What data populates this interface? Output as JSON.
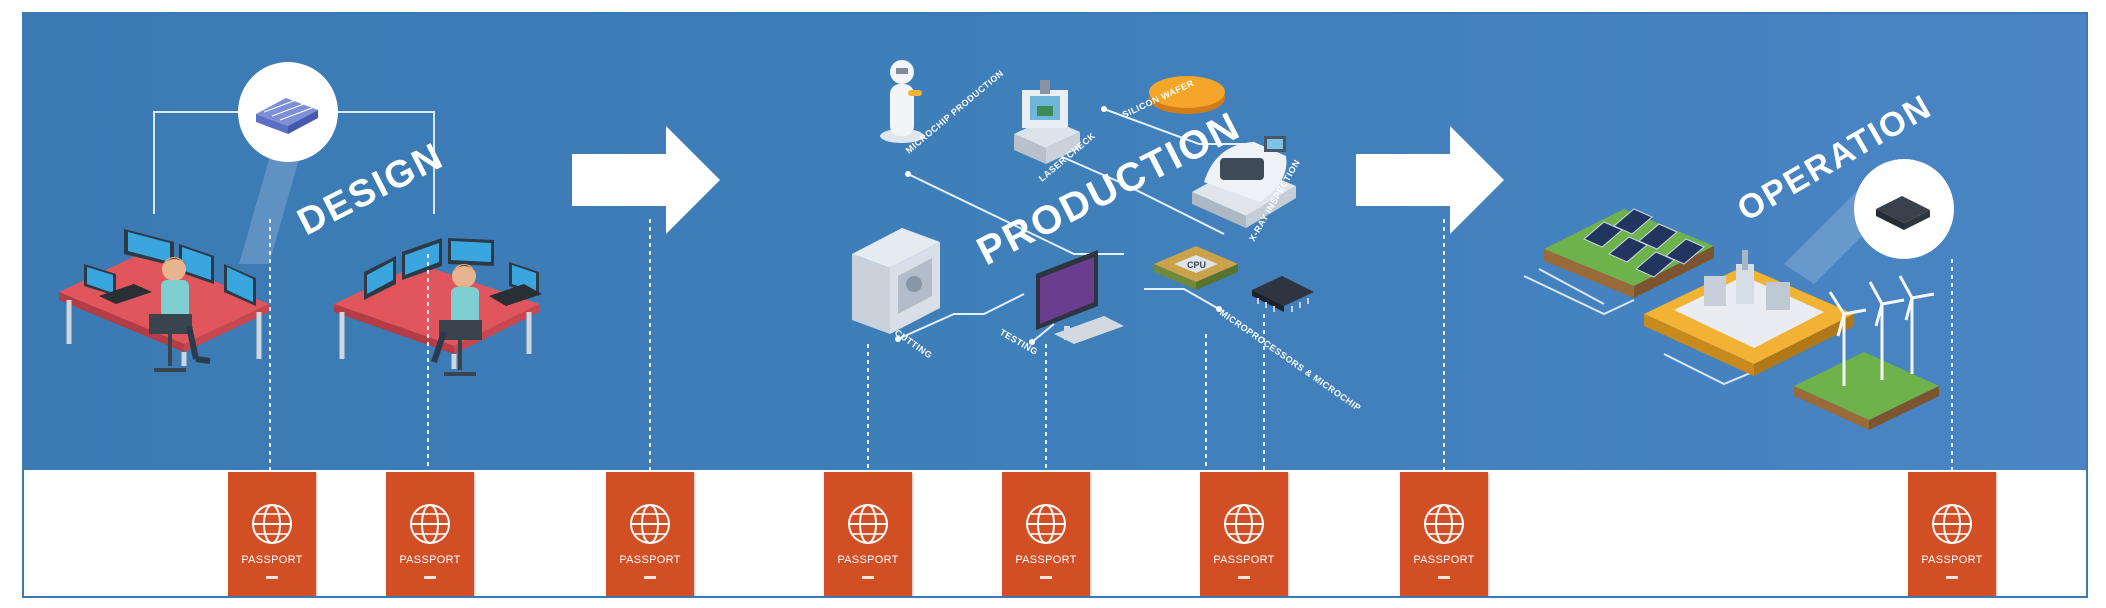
{
  "diagram": {
    "stages": [
      {
        "name": "design",
        "title": "DESIGN"
      },
      {
        "name": "production",
        "title": "PRODUCTION"
      },
      {
        "name": "operation",
        "title": "OPERATION"
      }
    ],
    "production_steps": [
      {
        "name": "microchip-production",
        "label": "MICROCHIP PRODUCTION"
      },
      {
        "name": "laser-check",
        "label": "LASER CHECK"
      },
      {
        "name": "silicon-wafer",
        "label": "SILICON WAFER"
      },
      {
        "name": "x-ray-inspection",
        "label": "X-RAY INSPECTION"
      },
      {
        "name": "cutting",
        "label": "CUTTING"
      },
      {
        "name": "testing",
        "label": "TESTING"
      },
      {
        "name": "microprocessors",
        "label": "MICROPROCESSORS & MICROCHIP"
      }
    ],
    "chip_label": "CPU",
    "passport_label": "PASSPORT",
    "colors": {
      "banner": "#3f7fba",
      "passport": "#d24f26",
      "arrow": "#ffffff"
    }
  }
}
